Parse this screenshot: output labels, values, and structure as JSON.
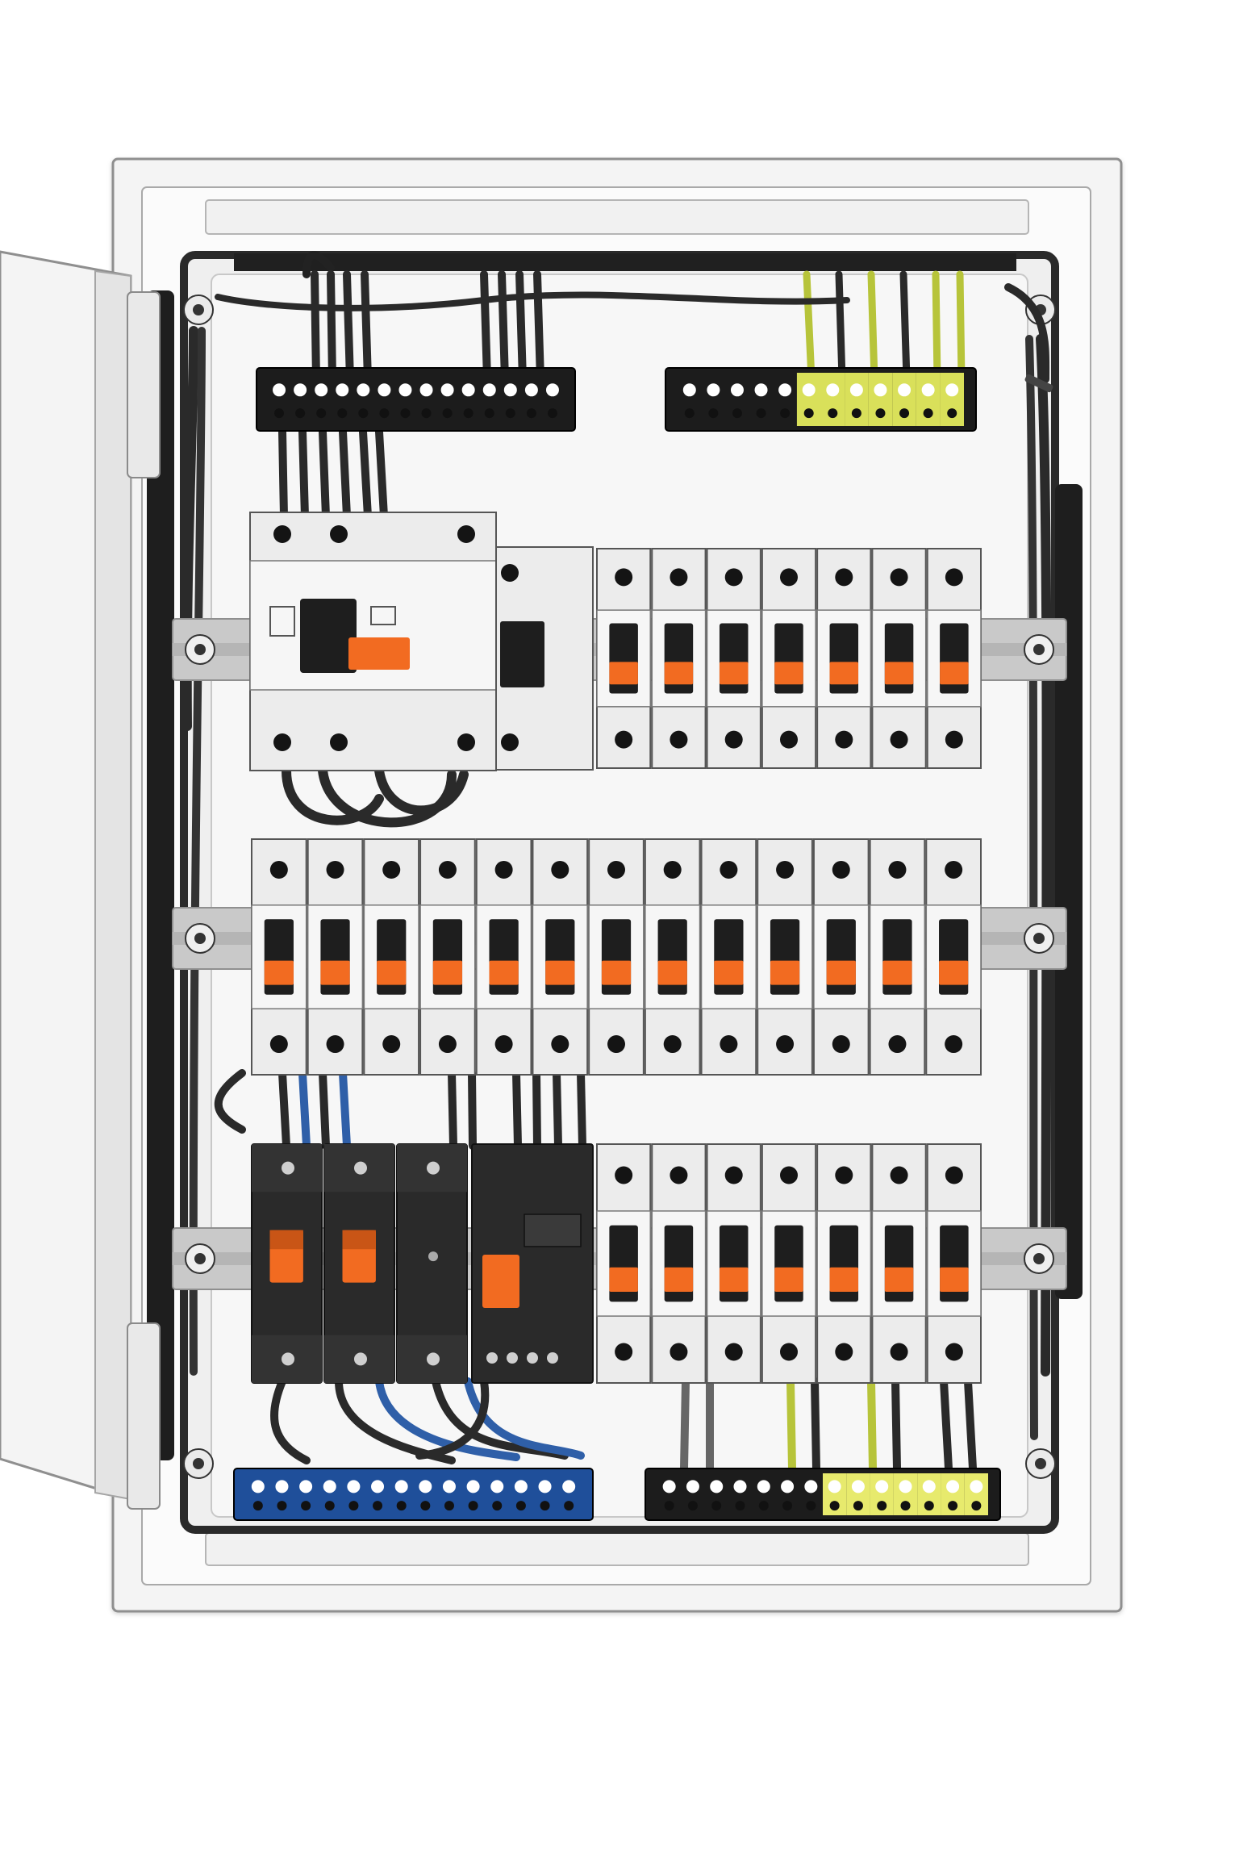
{
  "colors": {
    "background": "#ffffff",
    "enclosure": "#f3f3f3",
    "enclosure_outline": "#9a9a9a",
    "rail": "#c9c9c9",
    "breaker_body": "#ececec",
    "breaker_dark": "#2b2b2b",
    "toggle": "#1e1e1e",
    "toggle_accent": "#f26b21",
    "wire_dark": "#2a2a2a",
    "wire_blue": "#2f5fa8",
    "wire_yellow_green": "#b7c43a",
    "terminal_black": "#1c1c1c",
    "terminal_blue": "#1f4f9a"
  },
  "panel": {
    "door_state": "open",
    "rows": [
      {
        "id": "row-1",
        "main_unit": "rcbo-main-switch",
        "breaker_count": 7
      },
      {
        "id": "row-2",
        "breaker_count": 13
      },
      {
        "id": "row-3",
        "dark_modules": 4,
        "breaker_count": 7
      }
    ],
    "top_terminal_bars": [
      "neutral-bar",
      "earth-bar"
    ],
    "bottom_terminal_bars": [
      "neutral-bar",
      "earth-bar"
    ],
    "icons": [
      "hinge-icon",
      "mounting-screw-icon",
      "breaker-toggle-icon",
      "terminal-screw-icon"
    ]
  }
}
